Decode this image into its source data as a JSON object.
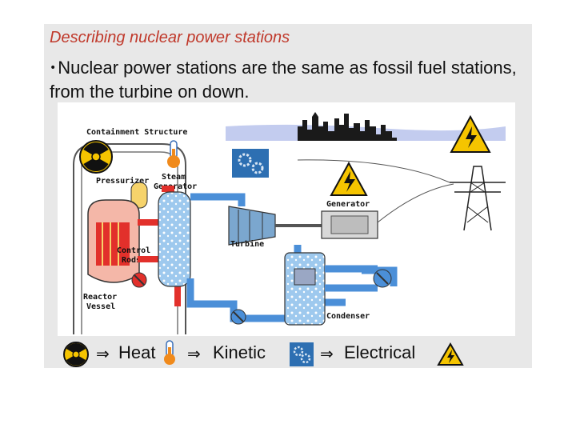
{
  "slide": {
    "title": "Describing nuclear power stations",
    "bullet_mark": "•",
    "bullet_text": "Nuclear power stations are the same as fossil fuel stations, from the turbine on down."
  },
  "diagram": {
    "labels": {
      "containment": "Containment Structure",
      "pressurizer": "Pressurizer",
      "steam_gen_1": "Steam",
      "steam_gen_2": "Generator",
      "control_1": "Control",
      "control_2": "Rods",
      "reactor_1": "Reactor",
      "reactor_2": "Vessel",
      "turbine": "Turbine",
      "generator": "Generator",
      "condenser": "Condenser"
    }
  },
  "legend": {
    "arrow": "⇒",
    "heat": "Heat",
    "kinetic": "Kinetic",
    "electrical": "Electrical"
  },
  "colors": {
    "hot_loop": "#e2302b",
    "cold_loop": "#4b8fd8",
    "title": "#c0392b",
    "warning": "#f5c400"
  }
}
